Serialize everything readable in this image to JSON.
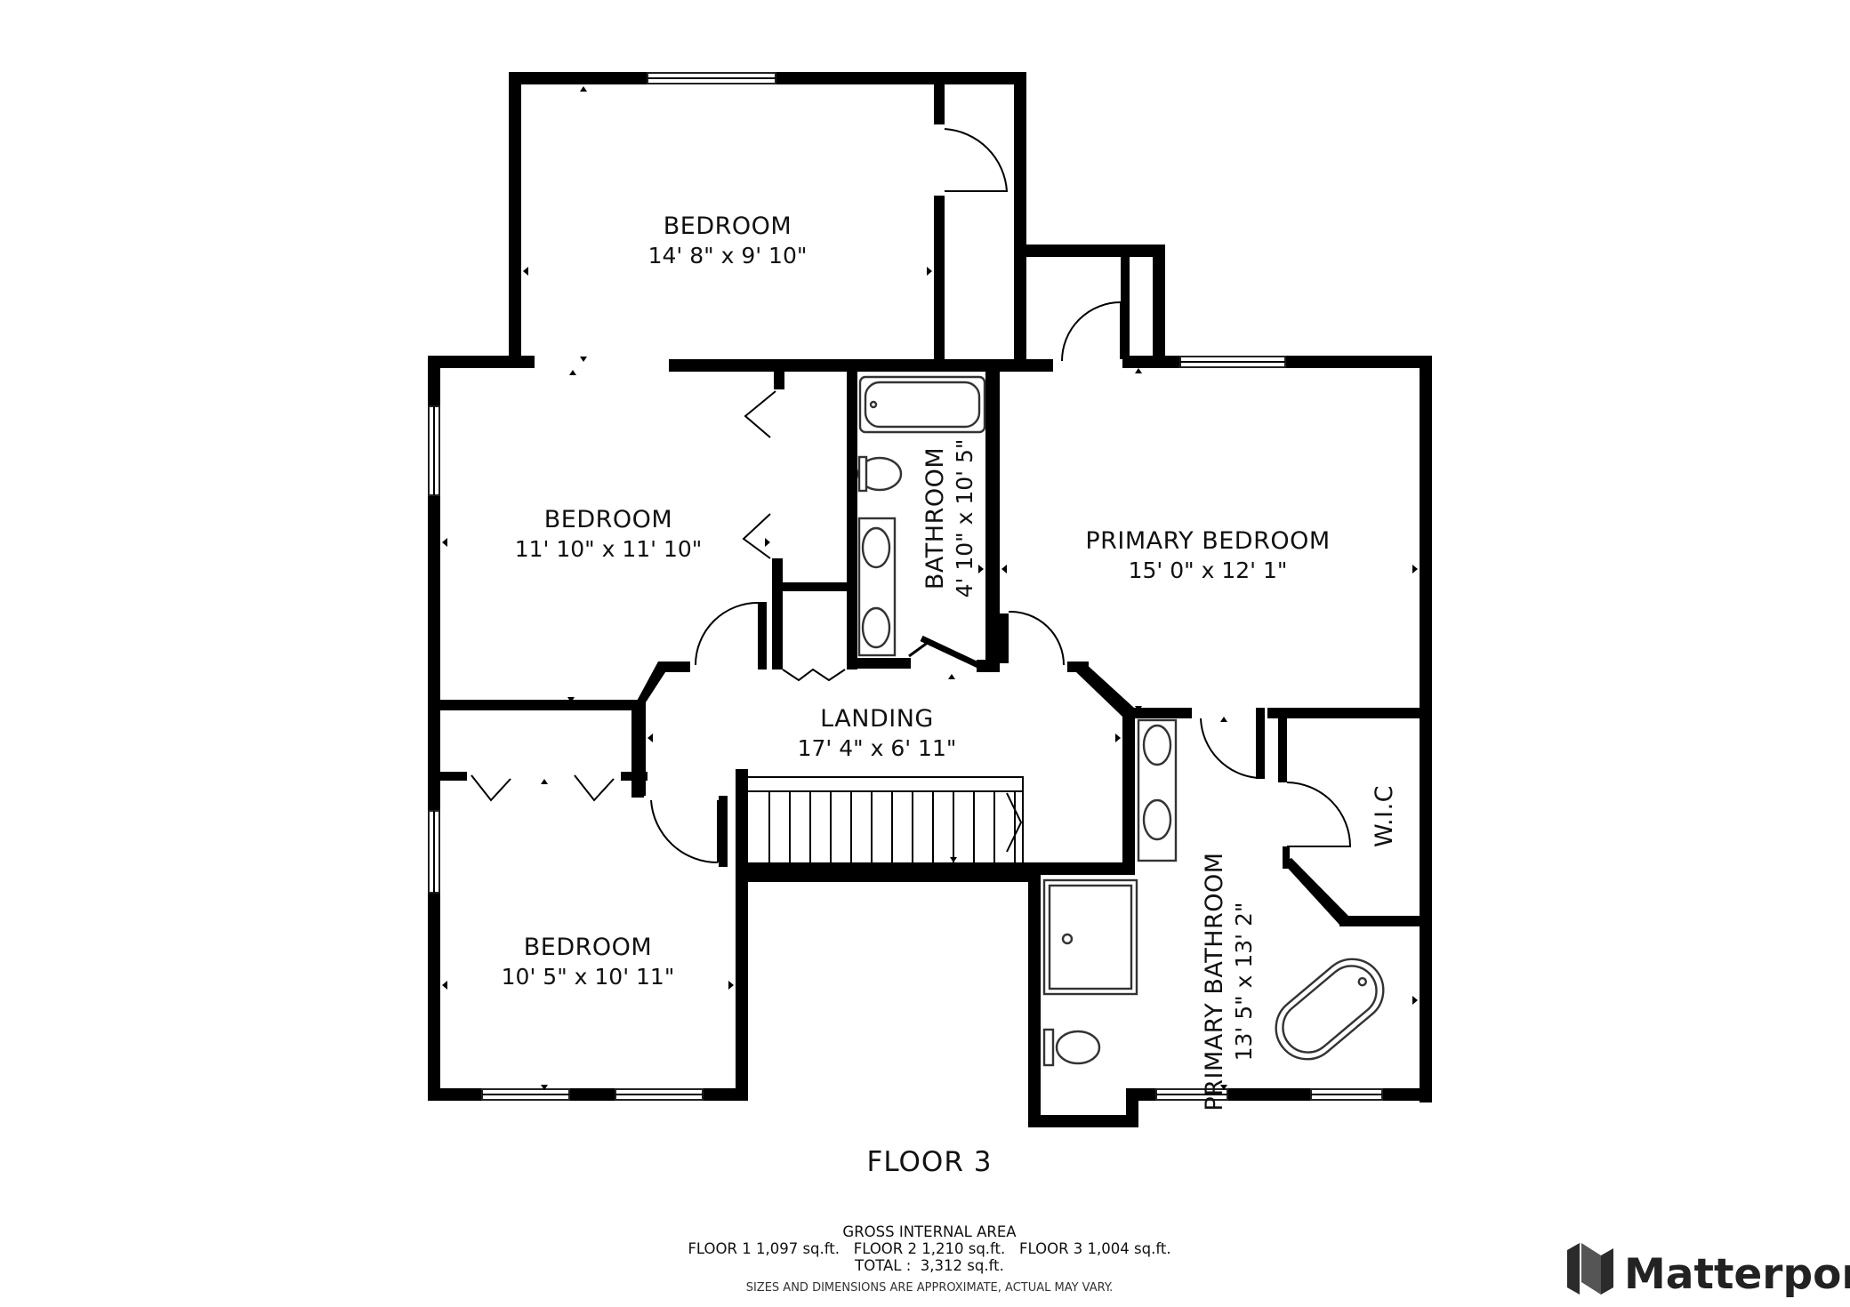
{
  "rooms": {
    "bedroom_top": {
      "name": "BEDROOM",
      "dims": "14' 8\" x 9' 10\""
    },
    "bedroom_mid": {
      "name": "BEDROOM",
      "dims": "11' 10\" x 11' 10\""
    },
    "bedroom_bottom": {
      "name": "BEDROOM",
      "dims": "10' 5\" x 10' 11\""
    },
    "bathroom": {
      "name": "BATHROOM",
      "dims": "4' 10\" x 10' 5\""
    },
    "primary_bedroom": {
      "name": "PRIMARY BEDROOM",
      "dims": "15' 0\" x 12' 1\""
    },
    "landing": {
      "name": "LANDING",
      "dims": "17' 4\" x 6' 11\""
    },
    "wic": {
      "name": "W.I.C"
    },
    "primary_bathroom": {
      "name": "PRIMARY BATHROOM",
      "dims": "13' 5\" x 13' 2\""
    }
  },
  "floor_label": "FLOOR 3",
  "area_summary": {
    "heading": "GROSS INTERNAL AREA",
    "floors_line": "FLOOR 1 1,097 sq.ft.   FLOOR 2 1,210 sq.ft.   FLOOR 3 1,004 sq.ft.",
    "total_line": "TOTAL :  3,312 sq.ft.",
    "disclaimer": "SIZES AND DIMENSIONS ARE APPROXIMATE, ACTUAL MAY VARY."
  },
  "brand": {
    "name": "Matterport",
    "logo_icon": "matterport-logo-icon"
  },
  "colors": {
    "wall": "#000000",
    "background": "#ffffff",
    "text": "#111111"
  }
}
